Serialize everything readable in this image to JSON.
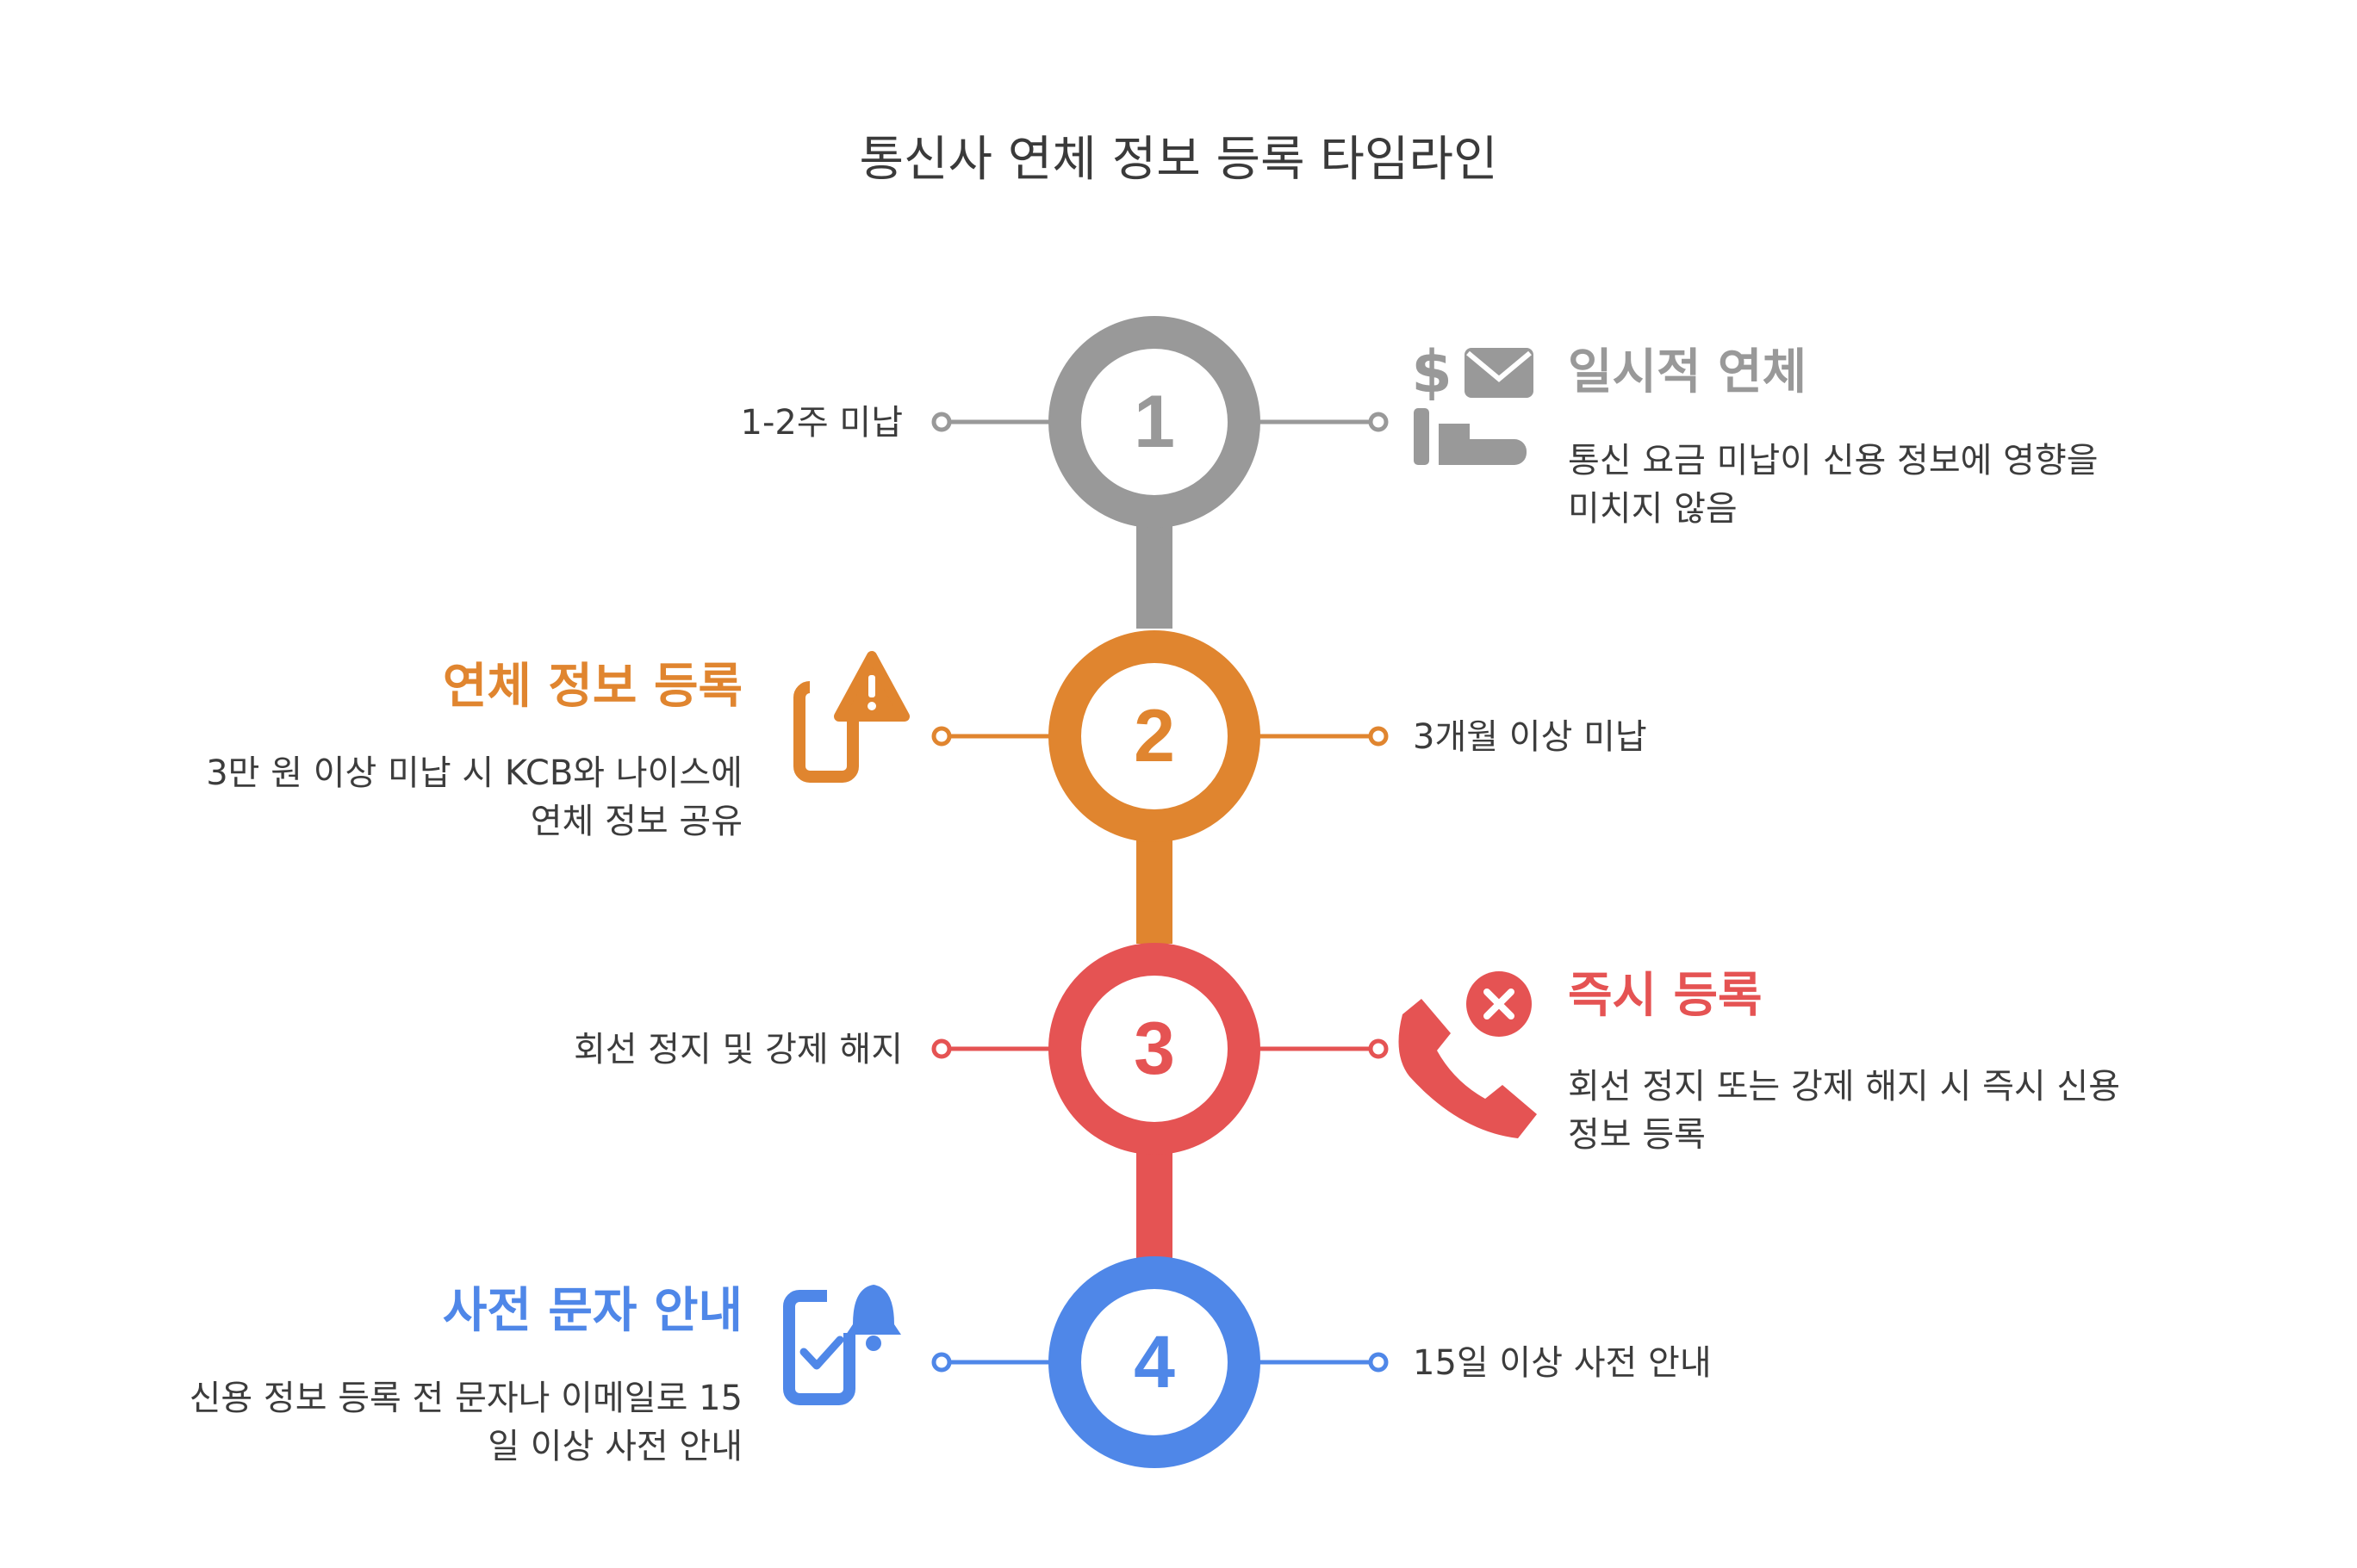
{
  "title": "통신사 연체 정보 등록 타임라인",
  "colors": {
    "step1": "#999999",
    "step2": "#E0852F",
    "step3": "#E55353",
    "step4": "#4F87E8",
    "text": "#3c3c3c"
  },
  "steps": [
    {
      "number": "1",
      "color": "#999999",
      "icon": "dollar-envelope-hand-icon",
      "condition": "1-2주 미납",
      "heading": "일시적 연체",
      "description": [
        "통신 요금 미납이 신용 정보에 영향을",
        "미치지 않음"
      ]
    },
    {
      "number": "2",
      "color": "#E0852F",
      "icon": "phone-warning-icon",
      "condition": "3개월 이상 미납",
      "heading": "연체 정보 등록",
      "description": [
        "3만 원 이상 미납 시 KCB와 나이스에",
        "연체 정보 공유"
      ]
    },
    {
      "number": "3",
      "color": "#E55353",
      "icon": "phone-call-cancel-icon",
      "condition": "회선 정지 및 강제 해지",
      "heading": "즉시 등록",
      "description": [
        "회선 정지 또는 강제 해지 시 즉시 신용",
        "정보 등록"
      ]
    },
    {
      "number": "4",
      "color": "#4F87E8",
      "icon": "phone-notification-bell-icon",
      "condition": "15일 이상 사전 안내",
      "heading": "사전 문자 안내",
      "description": [
        "신용 정보 등록 전 문자나 이메일로 15",
        "일 이상 사전 안내"
      ]
    }
  ]
}
